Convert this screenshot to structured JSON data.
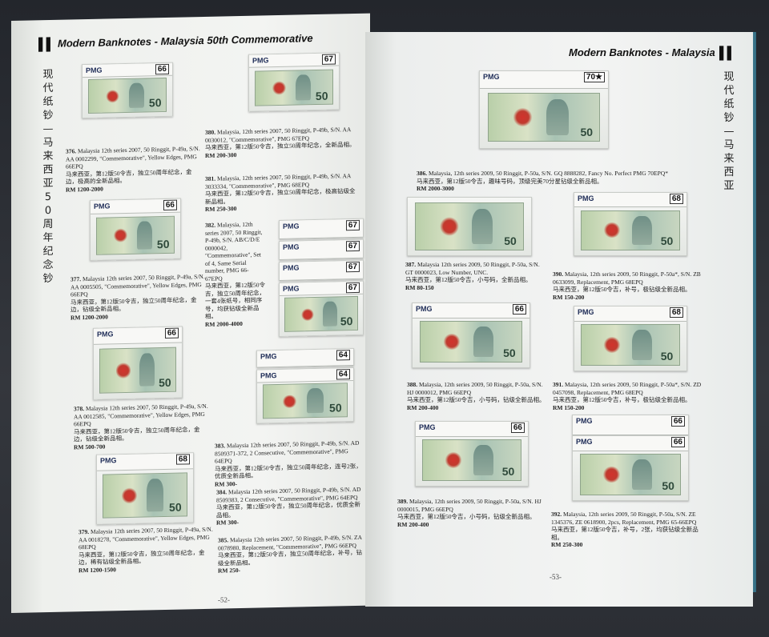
{
  "left_page": {
    "header": "Modern Banknotes - Malaysia 50th Commemorative",
    "side_title": "现代纸钞—马来西亚50周年纪念钞",
    "page_number": "-52-",
    "items": [
      {
        "num": "376.",
        "text": "Malaysia 12th series 2007, 50 Ringgit, P-49a, S/N. AA 0002299, \"Commemorative\", Yellow Edges, PMG 66EPQ",
        "cn": "马来西亚，第12版50令吉，独立50周年纪念，金边，极高的全新品相。",
        "price": "RM 1200-2000",
        "grade": "66"
      },
      {
        "num": "377.",
        "text": "Malaysia 12th series 2007, 50 Ringgit, P-49a, S/N. AA 0005505, \"Commemorative\", Yellow Edges, PMG 66EPQ",
        "cn": "马来西亚，第12版50令吉，独立50周年纪念，金边，钻级全新品相。",
        "price": "RM 1200-2000",
        "grade": "66"
      },
      {
        "num": "378.",
        "text": "Malaysia 12th series 2007, 50 Ringgit, P-49a, S/N. AA 0012585, \"Commemorative\", Yellow Edges, PMG 66EPQ",
        "cn": "马来西亚，第12版50令吉，独立50周年纪念，金边，钻级全新品相。",
        "price": "RM 500-700",
        "grade": "66"
      },
      {
        "num": "379.",
        "text": "Malaysia 12th series 2007, 50 Ringgit, P-49a, S/N. AA 0018278, \"Commemorative\", Yellow Edges, PMG 68EPQ",
        "cn": "马来西亚，第12版50令吉，独立50周年纪念，金边，稀有钻级全新品相。",
        "price": "RM 1200-1500",
        "grade": "68"
      },
      {
        "num": "380.",
        "text": "Malaysia, 12th series 2007, 50 Ringgit, P-49b, S/N. AA 0030012, \"Commemorative\", PMG 67EPQ",
        "cn": "马来西亚，第12版50令吉，独立50周年纪念，全新品相。",
        "price": "RM 200-300",
        "grade": "67"
      },
      {
        "num": "381.",
        "text": "Malaysia, 12th series 2007, 50 Ringgit, P-49b, S/N. AA 3033334, \"Commemorative\", PMG 68EPQ",
        "cn": "马来西亚，第12版50令吉，独立50周年纪念，极高钻级全新品相。",
        "price": "RM 250-300",
        "grade": "68"
      },
      {
        "num": "382.",
        "text": "Malaysia, 12th series 2007, 50 Ringgit, P-49b, S/N. AB/C/D/E 0000042, \"Commemorative\", Set of 4, Same Serial number, PMG 66-67EPQ",
        "cn": "马来西亚，第12版50令吉，独立50周年纪念，一套4张纸号，相同序号，均获钻级全新品相。",
        "price": "RM 2000-4000",
        "grade": "67"
      },
      {
        "num": "383.",
        "text": "Malaysia 12th series 2007, 50 Ringgit, P-49b, S/N. AD 8509371-372, 2 Consecutive, \"Commemorative\", PMG 64EPQ",
        "cn": "马来西亚，第12版50令吉，独立50周年纪念，连号2张，优质全新品相。",
        "price": "RM 300-",
        "grade": "64"
      },
      {
        "num": "384.",
        "text": "Malaysia 12th series 2007, 50 Ringgit, P-49b, S/N. AD 8509383, 2 Consecutive, \"Commemorative\", PMG 64EPQ",
        "cn": "马来西亚，第12版50令吉，独立50周年纪念，优质全新品相。",
        "price": "RM 300-",
        "grade": "64"
      },
      {
        "num": "385.",
        "text": "Malaysia 12th series 2007, 50 Ringgit, P-49b, S/N. ZA 0078980, Replacement, \"Commemorative\", PMG 66EPQ",
        "cn": "马来西亚，第12版50令吉，独立50周年纪念，补号，钻级全新品相。",
        "price": "RM 250-",
        "grade": "66"
      }
    ]
  },
  "right_page": {
    "header": "Modern Banknotes - Malaysia",
    "side_title": "现代纸钞—马来西亚",
    "page_number": "-53-",
    "items": [
      {
        "num": "386.",
        "text": "Malaysia, 12th series 2009, 50 Ringgit, P-50a, S/N. GQ 8888282, Fancy No. Perfect PMG 70EPQ*",
        "cn": "马来西亚，第12版50令吉，趣味号码，顶级完美70分星钻级全新品相。",
        "price": "RM 2000-3000",
        "grade": "70★"
      },
      {
        "num": "387.",
        "text": "Malaysia 12th series 2009, 50 Ringgit, P-50a, S/N. GT 0000023, Low Number, UNC.",
        "cn": "马来西亚，第12版50令吉，小号码，全新品相。",
        "price": "RM 80-150",
        "grade": ""
      },
      {
        "num": "388.",
        "text": "Malaysia, 12th series 2009, 50 Ringgit, P-50a, S/N. HJ 0000012, PMG 66EPQ",
        "cn": "马来西亚，第12版50令吉，小号码，钻级全新品相。",
        "price": "RM 200-400",
        "grade": "66"
      },
      {
        "num": "389.",
        "text": "Malaysia, 12th series 2009, 50 Ringgit, P-50a, S/N. HJ 0000015, PMG 66EPQ",
        "cn": "马来西亚，第12版50令吉，小号码，钻级全新品相。",
        "price": "RM 200-400",
        "grade": "66"
      },
      {
        "num": "390.",
        "text": "Malaysia, 12th series 2009, 50 Ringgit, P-50a*, S/N. ZB 0633099, Replacement, PMG 68EPQ",
        "cn": "马来西亚，第12版50令吉，补号，极钻级全新品相。",
        "price": "RM 150-200",
        "grade": "68"
      },
      {
        "num": "391.",
        "text": "Malaysia, 12th series 2009, 50 Ringgit, P-50a*, S/N. ZD 0457098, Replacement, PMG 68EPQ",
        "cn": "马来西亚，第12版50令吉，补号，极钻级全新品相。",
        "price": "RM 150-200",
        "grade": "68"
      },
      {
        "num": "392.",
        "text": "Malaysia, 12th series 2009, 50 Ringgit, P-50a, S/N. ZE 1345376, ZE 0618900, 2pcs, Replacement, PMG 65-66EPQ",
        "cn": "马来西亚，第12版50令吉，补号，2张，均获钻级全新品相。",
        "price": "RM 250-300",
        "grade": "66"
      }
    ]
  },
  "note_labels": {
    "pmg": "PMG",
    "denom": "50"
  }
}
